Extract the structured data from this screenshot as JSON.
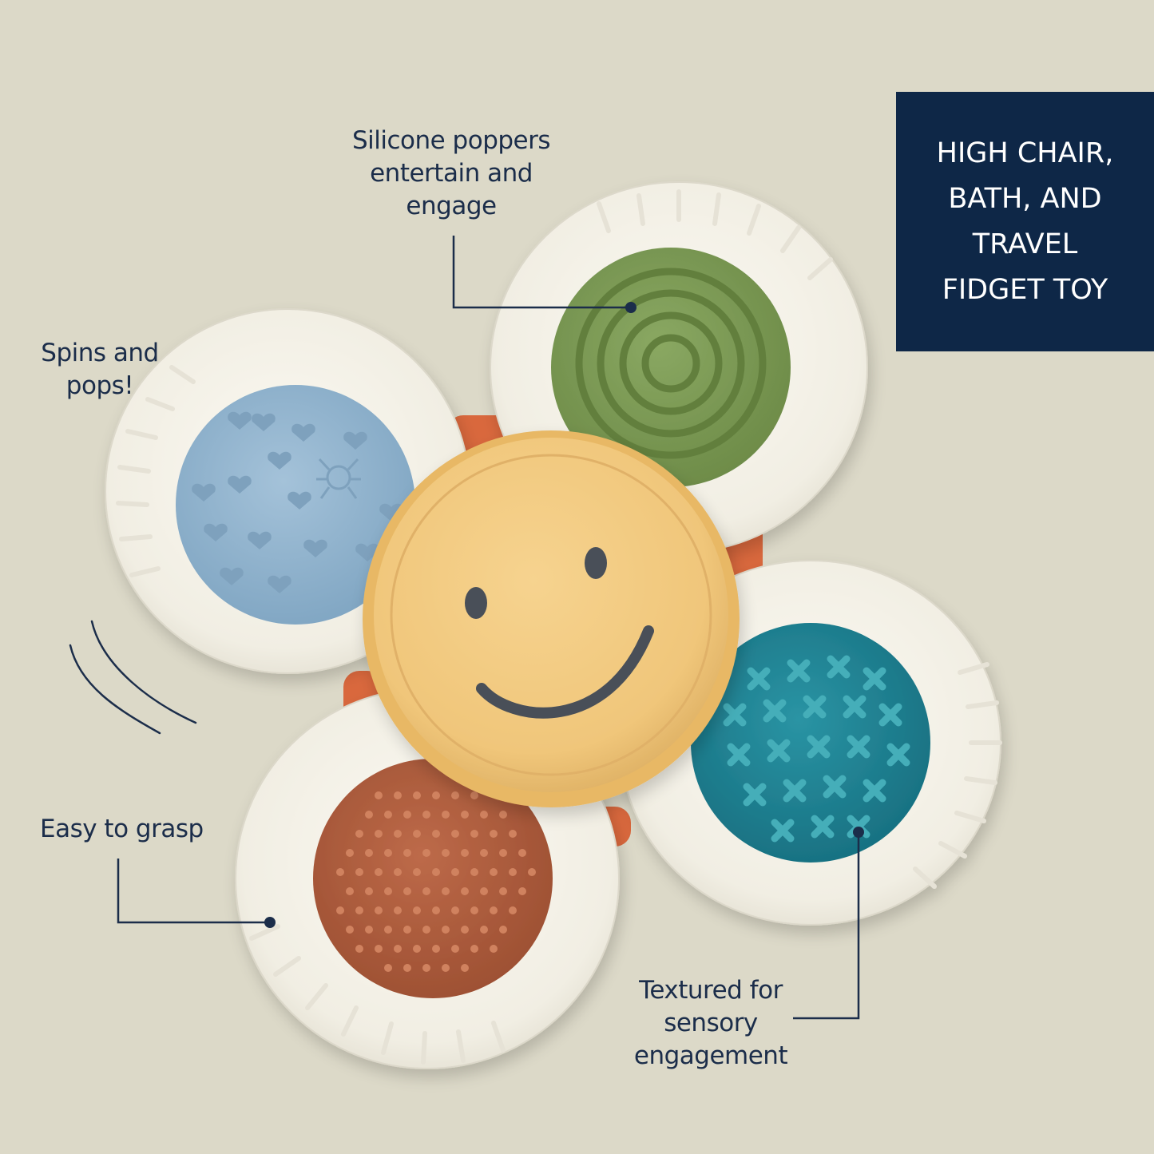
{
  "badge": {
    "text": "HIGH CHAIR,\nBATH,  AND\nTRAVEL\nFIDGET TOY"
  },
  "callouts": {
    "silicone": "Silicone poppers\nentertain and\nengage",
    "spins": "Spins and\npops!",
    "grasp": "Easy to grasp",
    "textured": "Textured for\nsensory\nengagement"
  },
  "colors": {
    "background": "#dcd9c8",
    "badge": "#0e2747",
    "ink": "#1b2d4a",
    "ring": "#f3f0e6",
    "blue_popper": "#92b5cf",
    "green_popper": "#7d9a56",
    "teal_popper": "#1f8495",
    "rust_popper": "#b05d3e",
    "face": "#f0c67a",
    "face_features": "#4a4f59",
    "base": "#d9683d"
  },
  "icons": {
    "face": "smiley-face-icon",
    "motion": "motion-lines-icon"
  }
}
